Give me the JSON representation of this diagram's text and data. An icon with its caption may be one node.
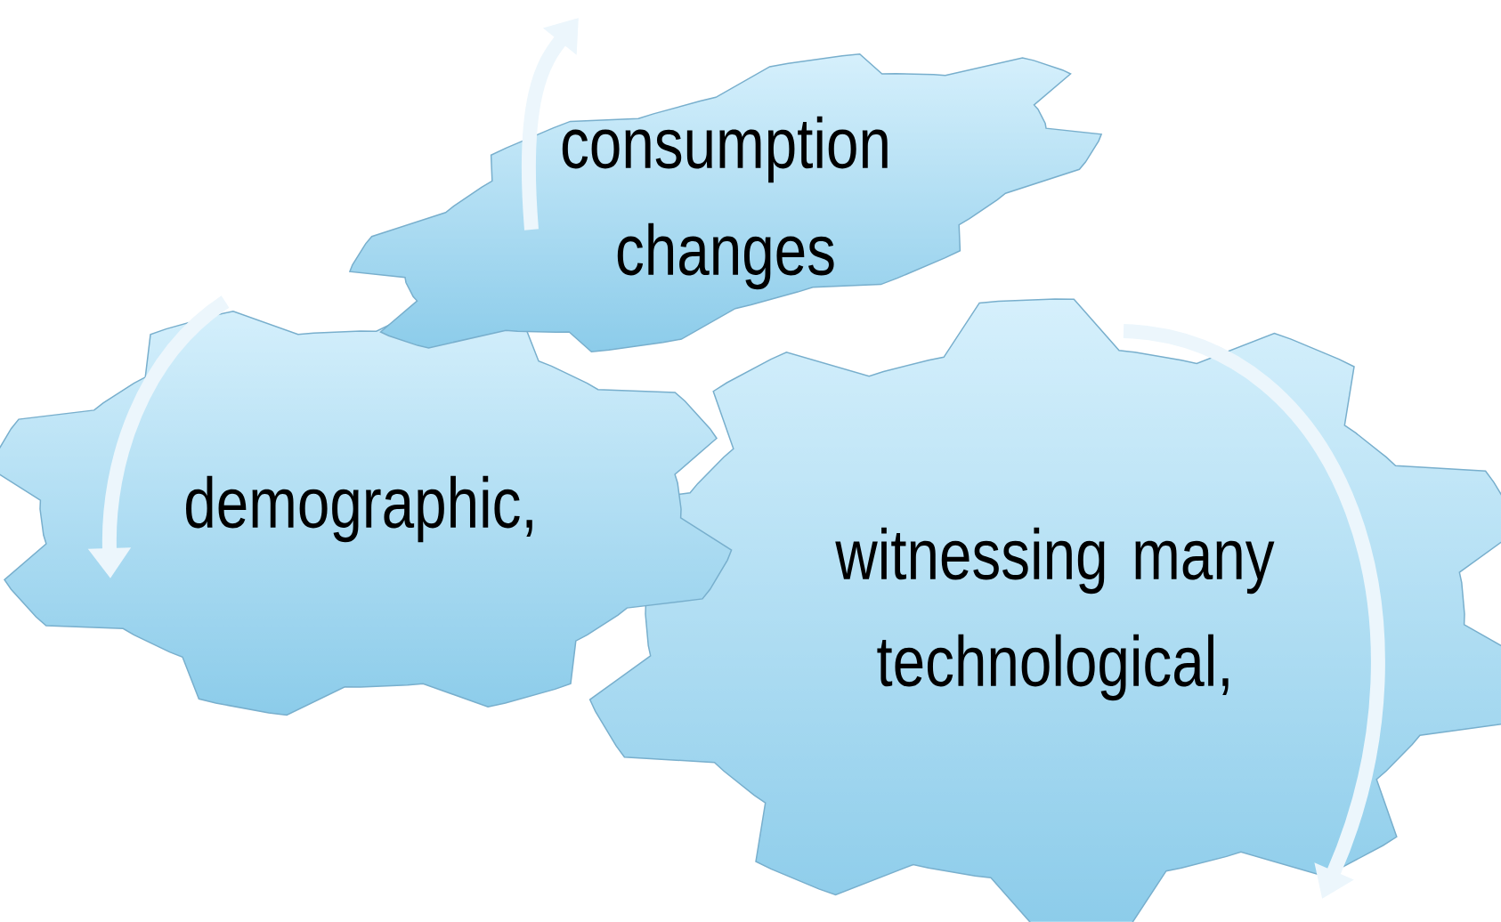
{
  "diagram": {
    "nodes": [
      {
        "text": [
          "consumption changes"
        ]
      },
      {
        "text": [
          "demographic,"
        ]
      },
      {
        "text": [
          "witnessing many technological,"
        ]
      }
    ]
  }
}
